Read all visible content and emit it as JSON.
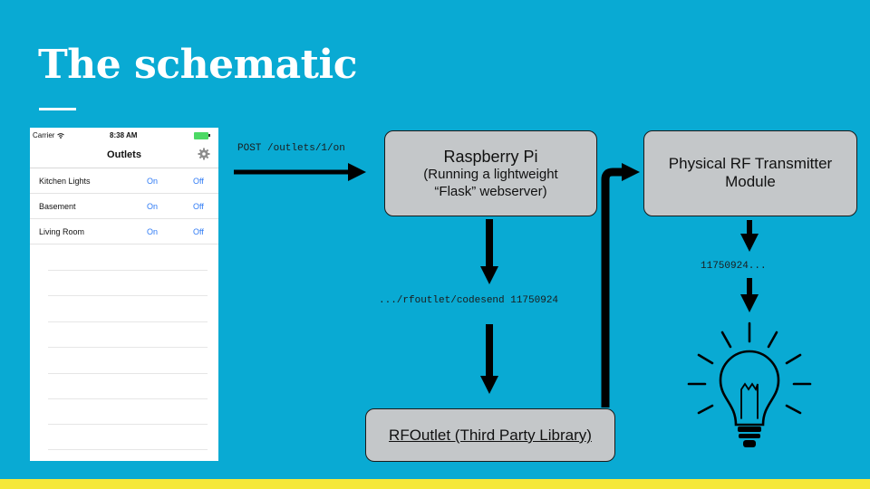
{
  "slide": {
    "title": "The schematic",
    "colors": {
      "background": "#09aad3",
      "accent_bar": "#f5e83a",
      "box_fill": "#c4c7c9"
    }
  },
  "phone": {
    "carrier": "Carrier",
    "time": "8:38 AM",
    "nav_title": "Outlets",
    "icons": [
      "wifi-icon",
      "battery-icon",
      "gear-icon"
    ],
    "rows": [
      {
        "name": "Kitchen Lights",
        "on": "On",
        "off": "Off"
      },
      {
        "name": "Basement",
        "on": "On",
        "off": "Off"
      },
      {
        "name": "Living Room",
        "on": "On",
        "off": "Off"
      }
    ]
  },
  "diagram": {
    "post_label": "POST /outlets/1/on",
    "raspberry": {
      "title": "Raspberry Pi",
      "line2": "(Running a lightweight",
      "line3": "“Flask” webserver)"
    },
    "codesend_label": ".../rfoutlet/codesend 11750924",
    "rfoutlet": {
      "label": "RFOutlet (Third Party Library)"
    },
    "transmitter": {
      "line1": "Physical RF Transmitter",
      "line2": "Module"
    },
    "code_label": "11750924...",
    "icons": [
      "lightbulb-icon"
    ]
  }
}
